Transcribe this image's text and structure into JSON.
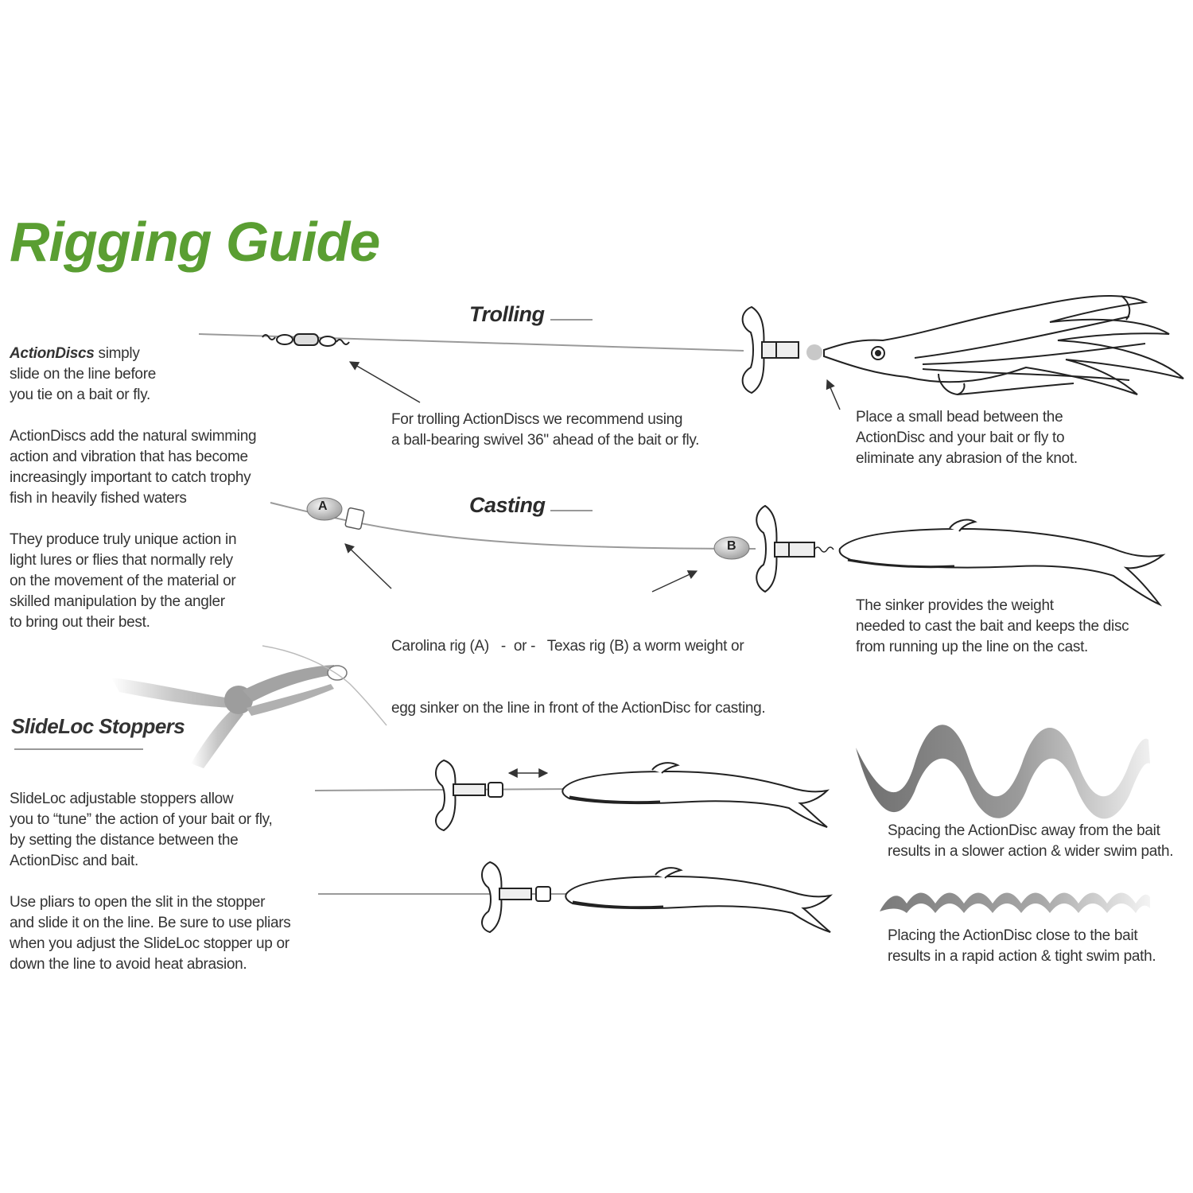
{
  "title": "Rigging Guide",
  "sections": {
    "trolling": "Trolling",
    "casting": "Casting",
    "slideloc": "SlideLoc Stoppers"
  },
  "intro": {
    "brand": "ActionDiscs",
    "line1_rest": " simply",
    "line2": "slide on the line before",
    "line3": "you tie on a bait or fly.",
    "para2": [
      "ActionDiscs add the natural swimming",
      "action and vibration that has become",
      "increasingly important to catch trophy",
      "fish in heavily fished waters"
    ],
    "para3": [
      "They produce truly unique action in",
      "light lures or flies that normally rely",
      "on the movement of the material or",
      "skilled manipulation by the angler",
      "to bring out their best."
    ]
  },
  "trolling_notes": {
    "swivel": [
      "For trolling ActionDiscs we recommend using",
      "a ball-bearing swivel 36\" ahead of the bait or fly."
    ],
    "bead": [
      "Place a small bead between the",
      "ActionDisc and your bait or fly to",
      "eliminate any abrasion of the knot."
    ]
  },
  "casting_notes": {
    "marker_a": "A",
    "marker_b": "B",
    "rigs": [
      "Carolina rig (A)   -  or -   Texas rig (B) a worm weight or",
      "egg sinker on the line in front of the ActionDisc for casting."
    ],
    "sinker": [
      "The sinker provides the weight",
      "needed to cast the bait and keeps the disc",
      "from running up the line on the cast."
    ]
  },
  "slideloc_notes": {
    "para1": [
      "SlideLoc adjustable stoppers allow",
      "you to “tune” the action of your bait or fly,",
      "by setting the distance between the",
      "ActionDisc and bait."
    ],
    "para2": [
      "Use pliars to open the slit in the stopper",
      "and slide it on the line.  Be sure to use pliars",
      "when you adjust the SlideLoc stopper up or",
      "down the line to avoid heat abrasion."
    ],
    "wide": [
      "Spacing the ActionDisc away from the bait",
      "results in a slower action & wider swim path."
    ],
    "tight": [
      "Placing the ActionDisc close to the bait",
      "results in a rapid action & tight swim path."
    ]
  },
  "colors": {
    "title_green": "#5a9e32",
    "ink": "#2b2b2b",
    "line_gray": "#9a9a9a",
    "bead": "#c8c8c8"
  }
}
